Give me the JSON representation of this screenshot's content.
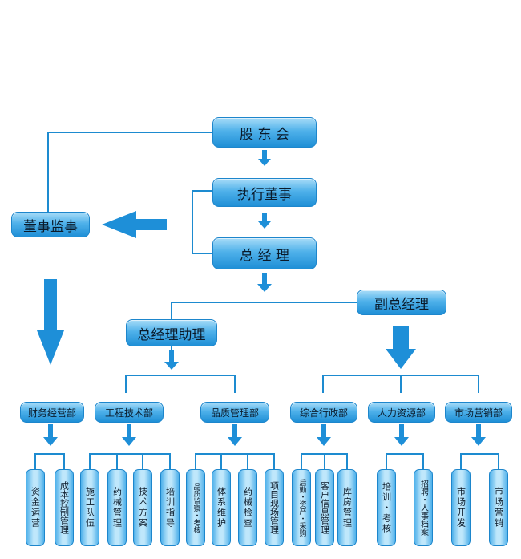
{
  "top": {
    "shareholders": "股 东 会",
    "board": "执行董事",
    "gm": "总 经 理",
    "deputy_gm": "副总经理",
    "gm_assistant": "总经理助理",
    "supervisor": "董事监事"
  },
  "departments": {
    "finance": {
      "label": "财务经营部",
      "subs": [
        "资金运营",
        "成本控制管理"
      ]
    },
    "engineering": {
      "label": "工程技术部",
      "subs": [
        "施工队伍",
        "药械管理",
        "技术方案",
        "培训指导"
      ]
    },
    "quality": {
      "label": "品质管理部",
      "subs": [
        "品质监察・考核",
        "体系维护",
        "药械检查",
        "项目现场管理"
      ]
    },
    "admin": {
      "label": "综合行政部",
      "subs": [
        "后勤・资产・采购",
        "客户信息管理",
        "库房管理"
      ]
    },
    "hr": {
      "label": "人力资源部",
      "subs": [
        "培训・考核",
        "招聘・人事档案"
      ]
    },
    "marketing": {
      "label": "市场营销部",
      "subs": [
        "市场开发",
        "市场营销"
      ]
    }
  },
  "colors": {
    "line": "#1d8bd0",
    "arrow": "#1e8fd8"
  }
}
